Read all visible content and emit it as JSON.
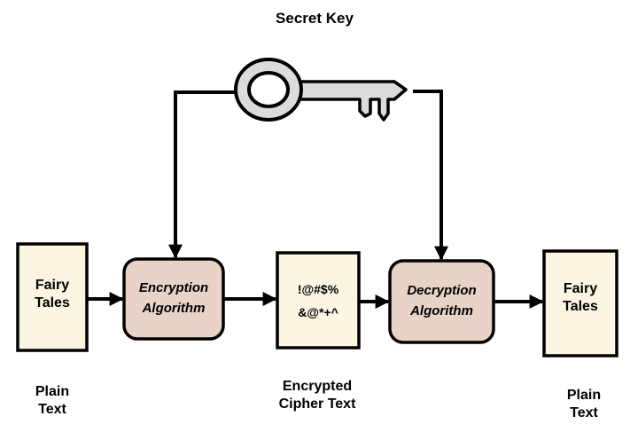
{
  "title": "Secret Key",
  "plain_left": {
    "box_line1": "Fairy",
    "box_line2": "Tales",
    "caption_line1": "Plain",
    "caption_line2": "Text"
  },
  "encryption": {
    "line1": "Encryption",
    "line2": "Algorithm"
  },
  "cipher": {
    "box_line1": "!@#$%",
    "box_line2": "&@*+^",
    "caption_line1": "Encrypted",
    "caption_line2": "Cipher Text"
  },
  "decryption": {
    "line1": "Decryption",
    "line2": "Algorithm"
  },
  "plain_right": {
    "box_line1": "Fairy",
    "box_line2": "Tales",
    "caption_line1": "Plain",
    "caption_line2": "Text"
  },
  "colors": {
    "box_fill": "#fbf6e1",
    "algorithm_fill": "#e9d2c6",
    "key_fill": "#dcdcdc",
    "stroke": "#000000"
  },
  "icons": {
    "key": "key-icon"
  }
}
